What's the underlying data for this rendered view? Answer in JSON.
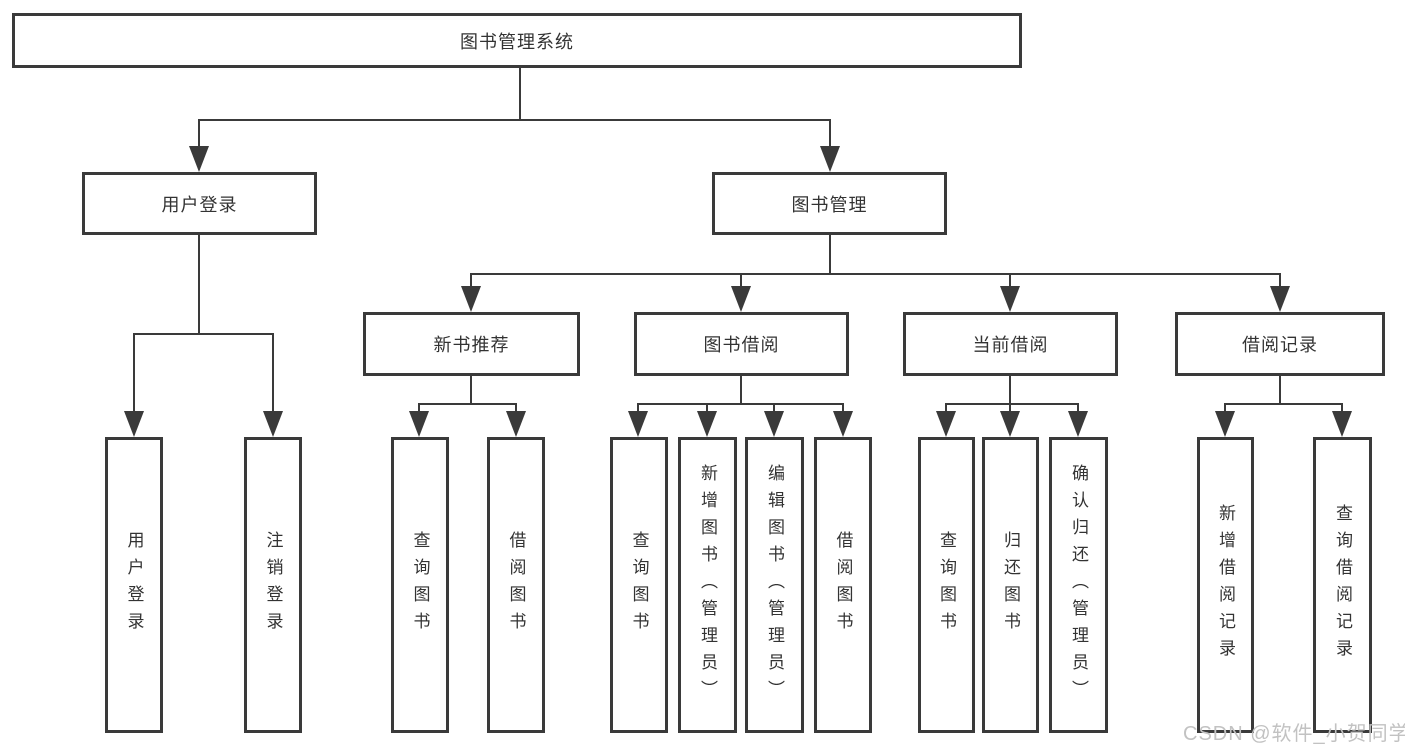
{
  "diagram": {
    "root": {
      "label": "图书管理系统"
    },
    "modules": [
      {
        "label": "用户登录"
      },
      {
        "label": "图书管理"
      }
    ],
    "submodules": [
      {
        "label": "新书推荐"
      },
      {
        "label": "图书借阅"
      },
      {
        "label": "当前借阅"
      },
      {
        "label": "借阅记录"
      }
    ],
    "user_login_children": [
      {
        "label": "用户登录"
      },
      {
        "label": "注销登录"
      }
    ],
    "new_book_children": [
      {
        "label": "查询图书"
      },
      {
        "label": "借阅图书"
      }
    ],
    "book_borrow_children": [
      {
        "label": "查询图书"
      },
      {
        "label": "新增图书（管理员）"
      },
      {
        "label": "编辑图书（管理员）"
      },
      {
        "label": "借阅图书"
      }
    ],
    "current_borrow_children": [
      {
        "label": "查询图书"
      },
      {
        "label": "归还图书"
      },
      {
        "label": "确认归还（管理员）"
      }
    ],
    "borrow_record_children": [
      {
        "label": "新增借阅记录"
      },
      {
        "label": "查询借阅记录"
      }
    ]
  },
  "watermark": {
    "text": "CSDN @软件_小贺同学"
  },
  "colors": {
    "line": "#3a3a3a",
    "text": "#333333",
    "background": "#ffffff",
    "watermark": "#c2c2c2"
  }
}
